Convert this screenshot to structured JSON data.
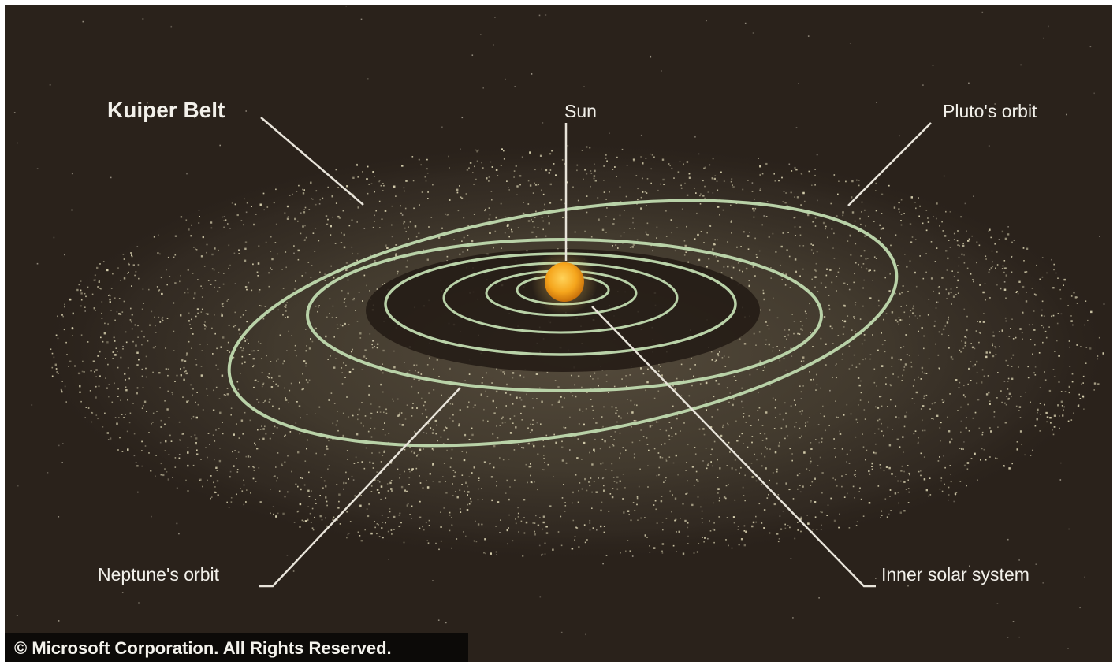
{
  "labels": {
    "kuiper_belt": "Kuiper Belt",
    "sun": "Sun",
    "plutos_orbit": "Pluto's orbit",
    "neptunes_orbit": "Neptune's orbit",
    "inner_solar_system": "Inner solar system"
  },
  "copyright": "© Microsoft Corporation. All Rights Reserved.",
  "colors": {
    "background": "#2a221b",
    "belt_particles": "#d6cfae",
    "orbit_lines": "#b9d2a8",
    "sun": "#f0a21a",
    "leader_lines": "#e8e4da",
    "label_text": "#f2f0ea"
  }
}
